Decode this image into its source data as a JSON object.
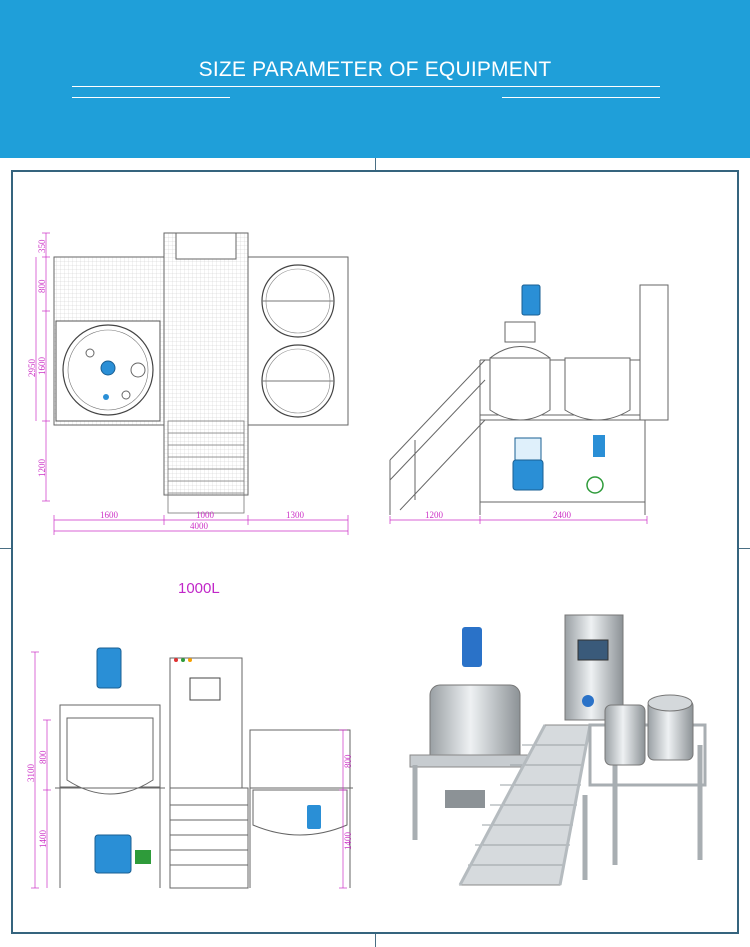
{
  "header": {
    "title": "SIZE PARAMETER OF EQUIPMENT",
    "background_color": "#1f9fd9"
  },
  "capacity_label": "1000L",
  "drawings": {
    "top_view": {
      "vertical_dims": [
        "350",
        "800",
        "1600",
        "2950",
        "1200"
      ],
      "horizontal_dims": [
        "1600",
        "1000",
        "1300",
        "4000"
      ]
    },
    "side_view": {
      "horizontal_dims": [
        "1200",
        "2400"
      ]
    },
    "front_view": {
      "left_dims": [
        "3100",
        "800",
        "1400"
      ],
      "right_dims": [
        "800",
        "1400"
      ]
    }
  },
  "colors": {
    "dimension": "#cc2fc6",
    "drawing_line": "#5a5a5a",
    "motor_blue": "#2a8fd6",
    "frame_border": "#35647e"
  }
}
